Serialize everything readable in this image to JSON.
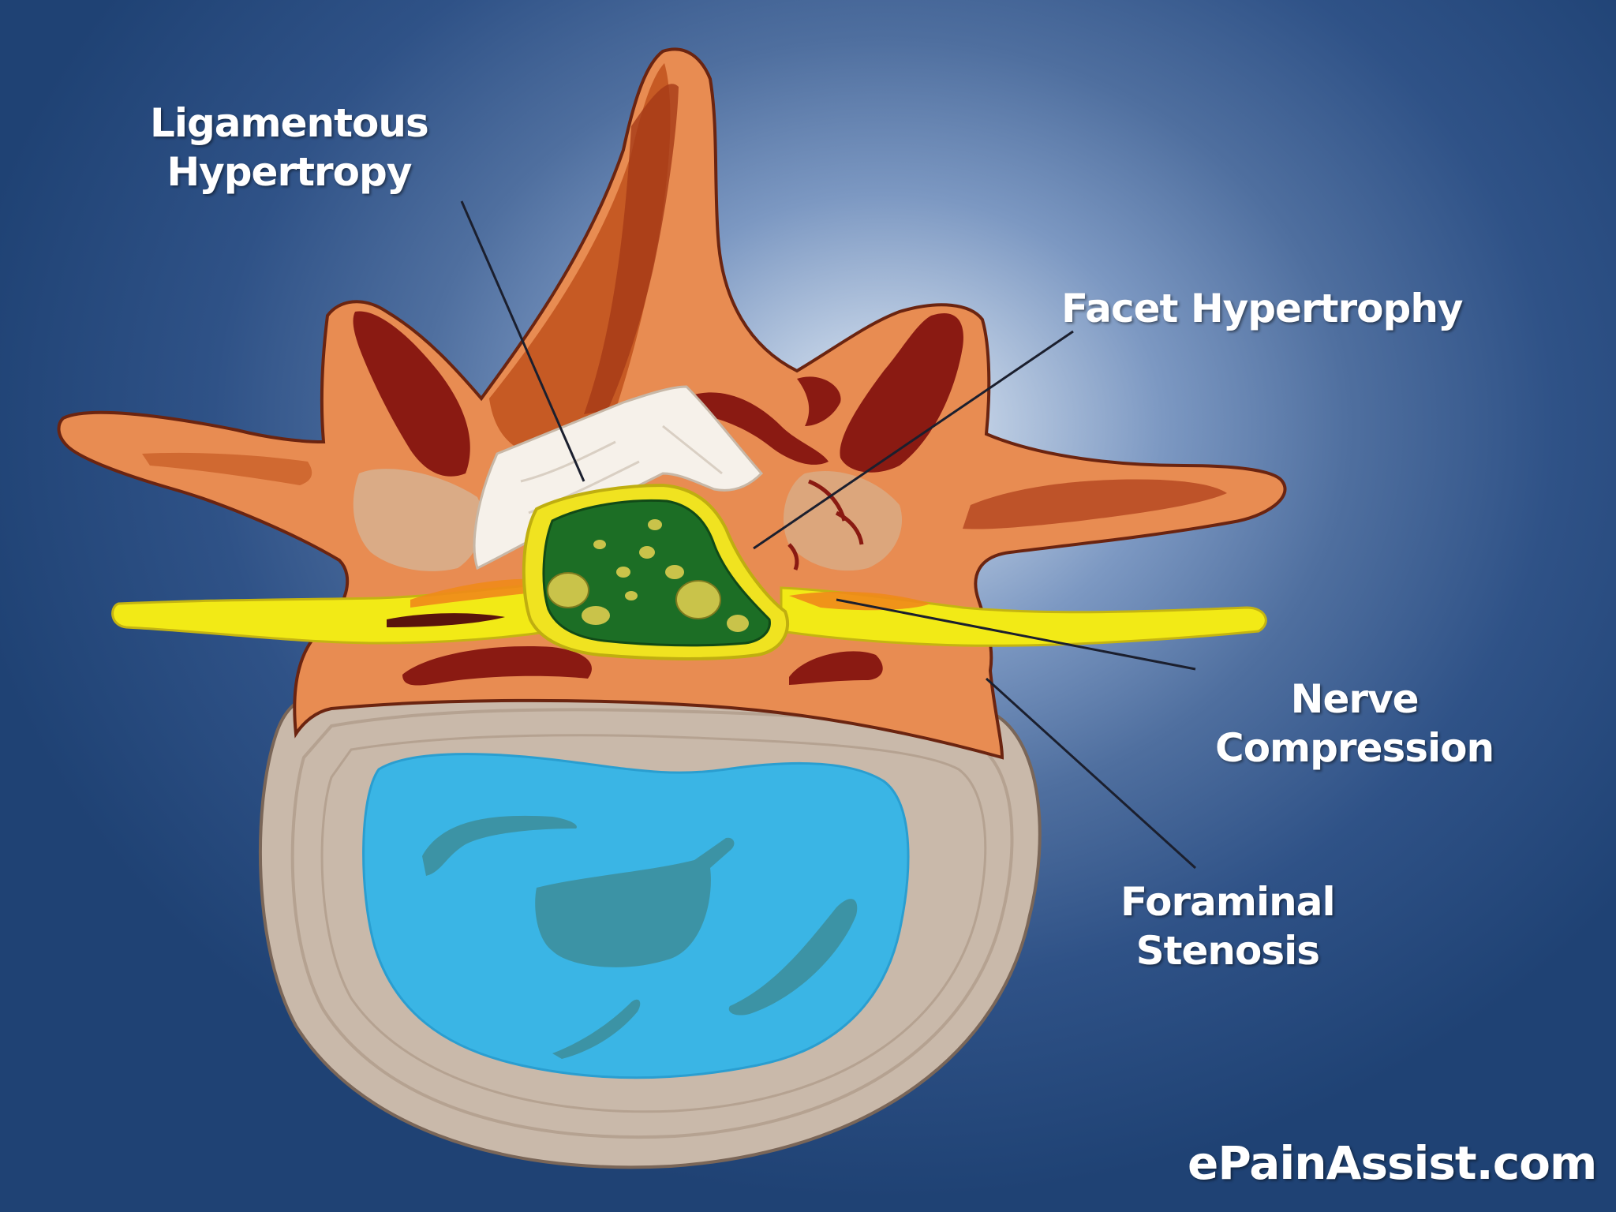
{
  "labels": {
    "ligamentous": [
      "Ligamentous",
      "Hypertropy"
    ],
    "facet": "Facet Hypertrophy",
    "nerve": [
      "Nerve",
      "Compression"
    ],
    "foraminal": [
      "Foraminal",
      "Stenosis"
    ]
  },
  "watermark": "ePainAssist.com",
  "colors": {
    "bone": "#e88c52",
    "bone_dark": "#c65a24",
    "bone_shadow": "#8a1a12",
    "ligament": "#f6f1ea",
    "nerve": "#f2ea16",
    "cord": "#1c6e25",
    "disc_ring": "#c9b9aa",
    "nucleus": "#39b6e6",
    "background": "#1f4274"
  }
}
